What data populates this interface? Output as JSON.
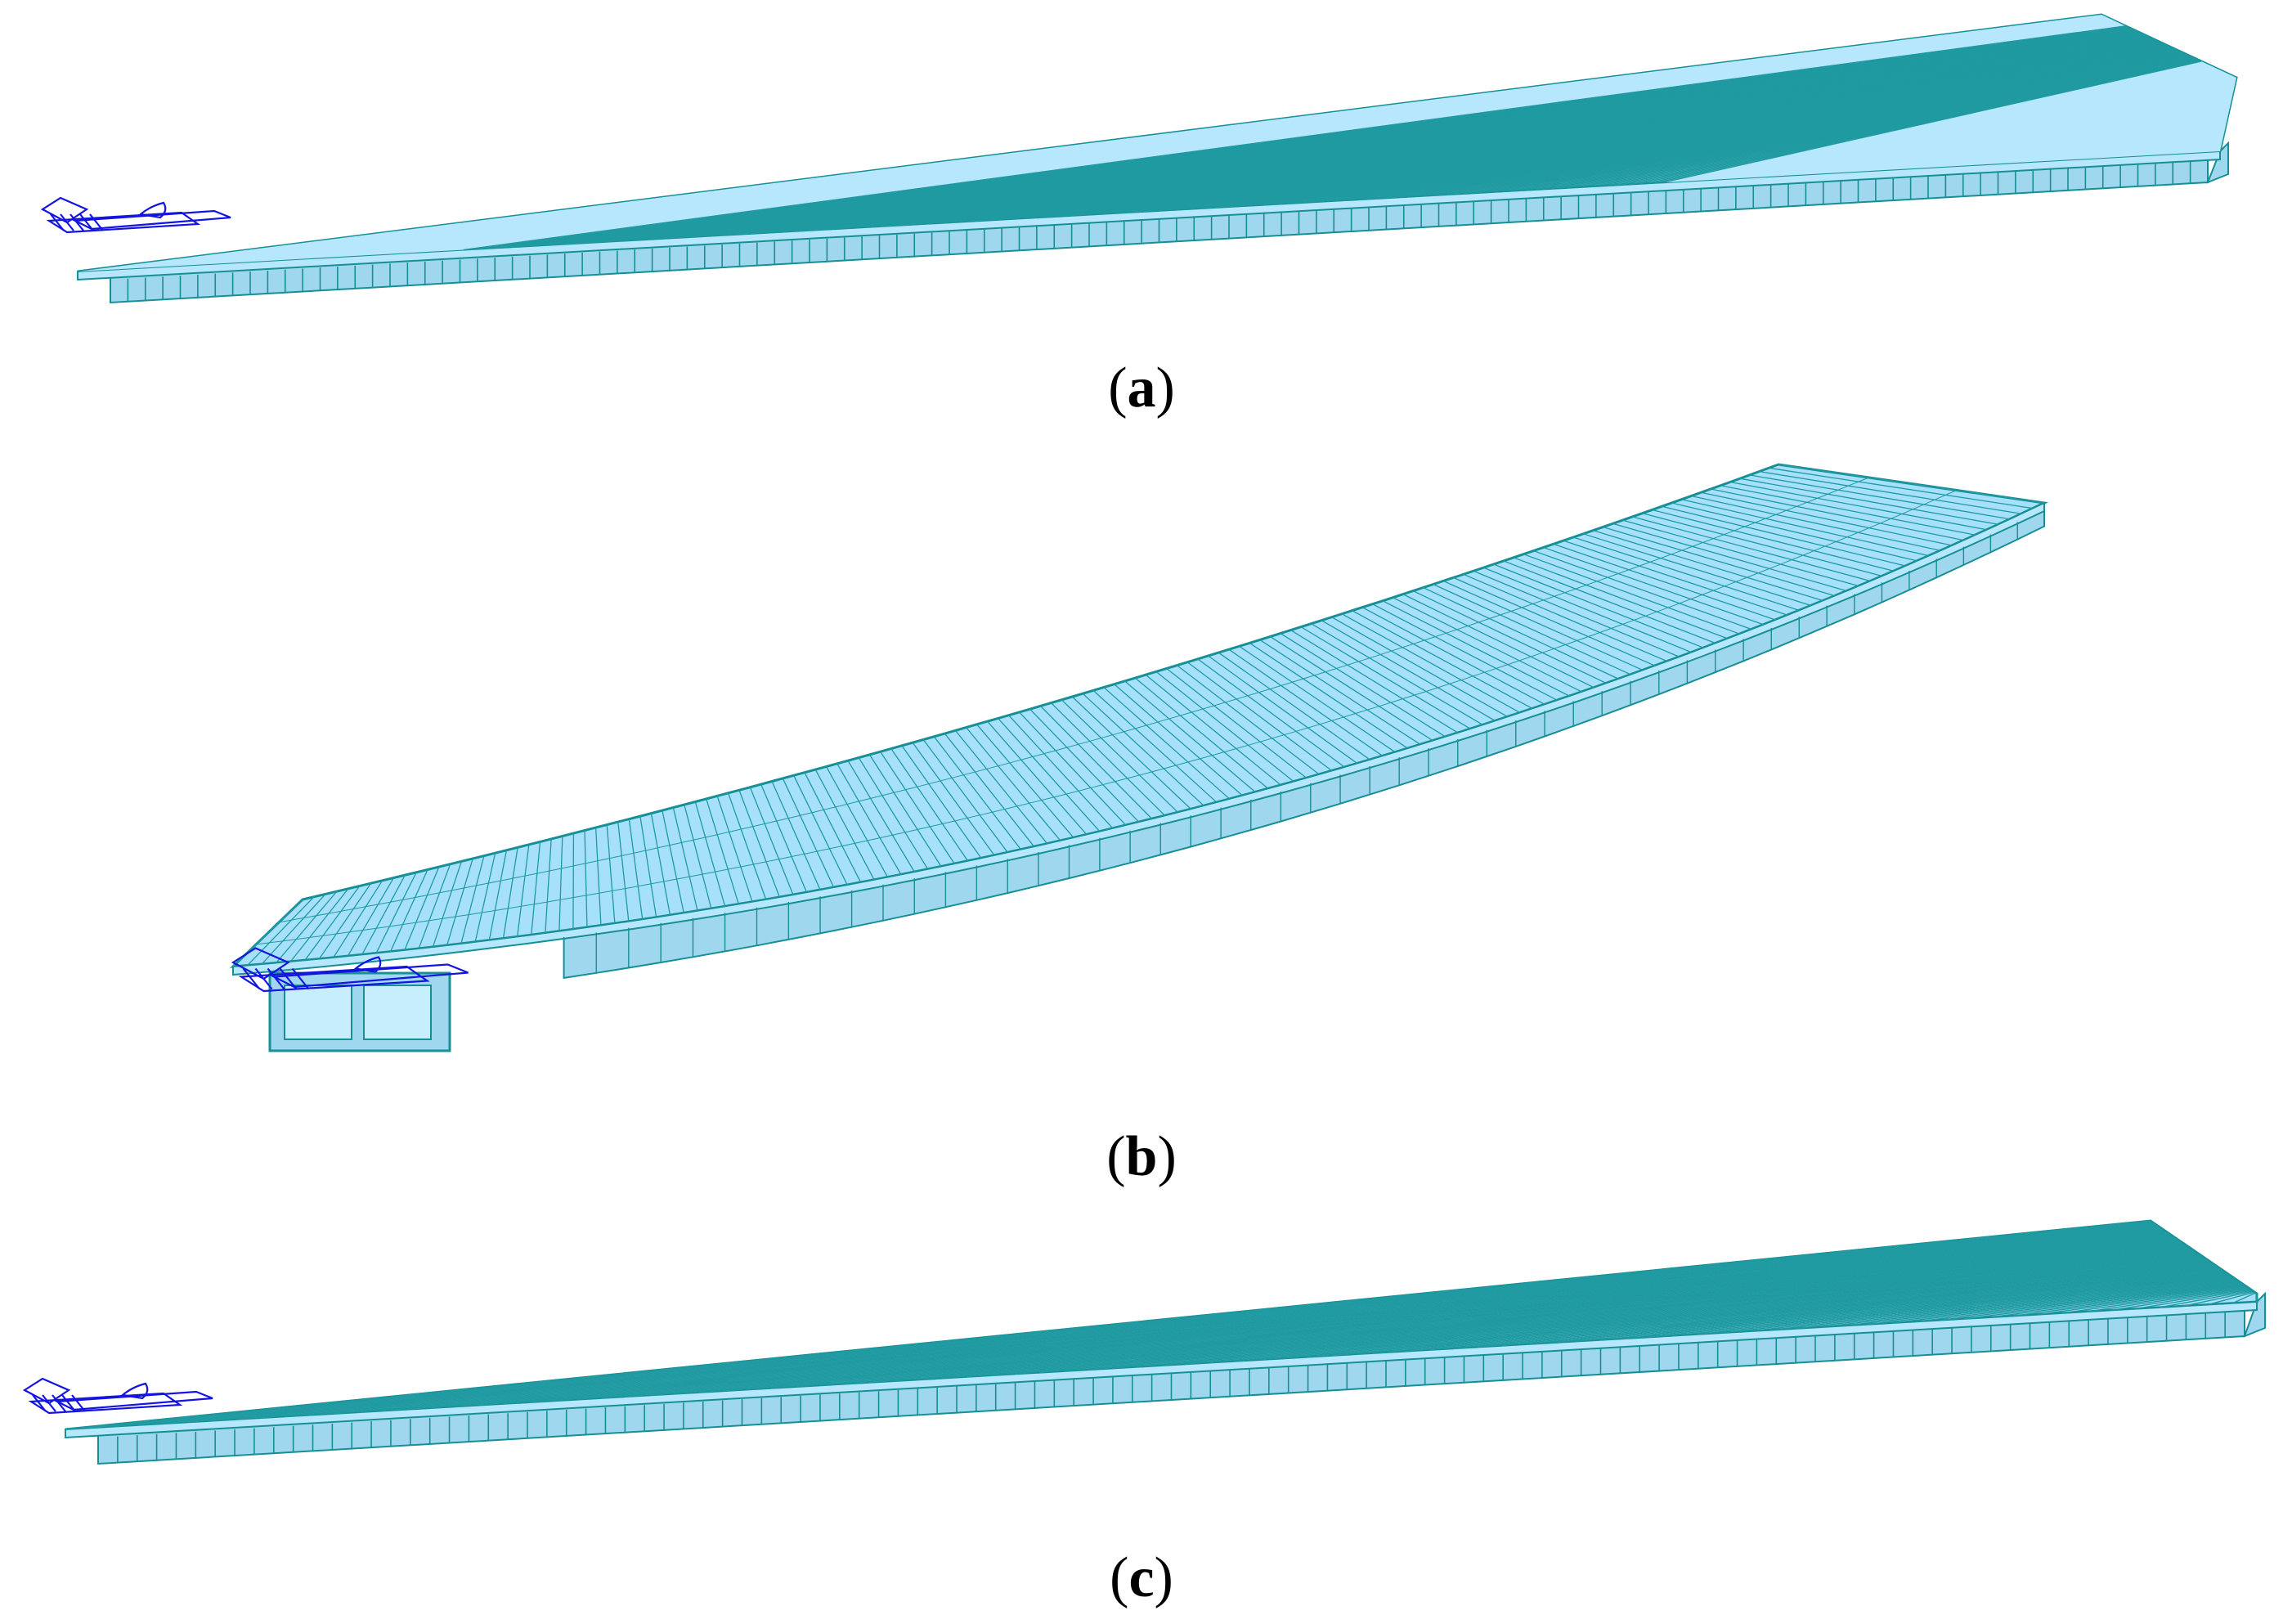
{
  "figure": {
    "palette": {
      "deck_fill": "#a7e0fa",
      "deck_fill_light": "#b6e7fc",
      "web_fill": "#9fd8ee",
      "edge": "#178f95",
      "grid": "#1f9aa0",
      "support": "#1414e0"
    },
    "panels": [
      {
        "id": "a",
        "caption_open": "(",
        "caption_letter": "a",
        "caption_close": ")"
      },
      {
        "id": "b",
        "caption_open": "(",
        "caption_letter": "b",
        "caption_close": ")"
      },
      {
        "id": "c",
        "caption_open": "(",
        "caption_letter": "c",
        "caption_close": ")"
      }
    ],
    "icons": [
      "support-icon"
    ]
  }
}
